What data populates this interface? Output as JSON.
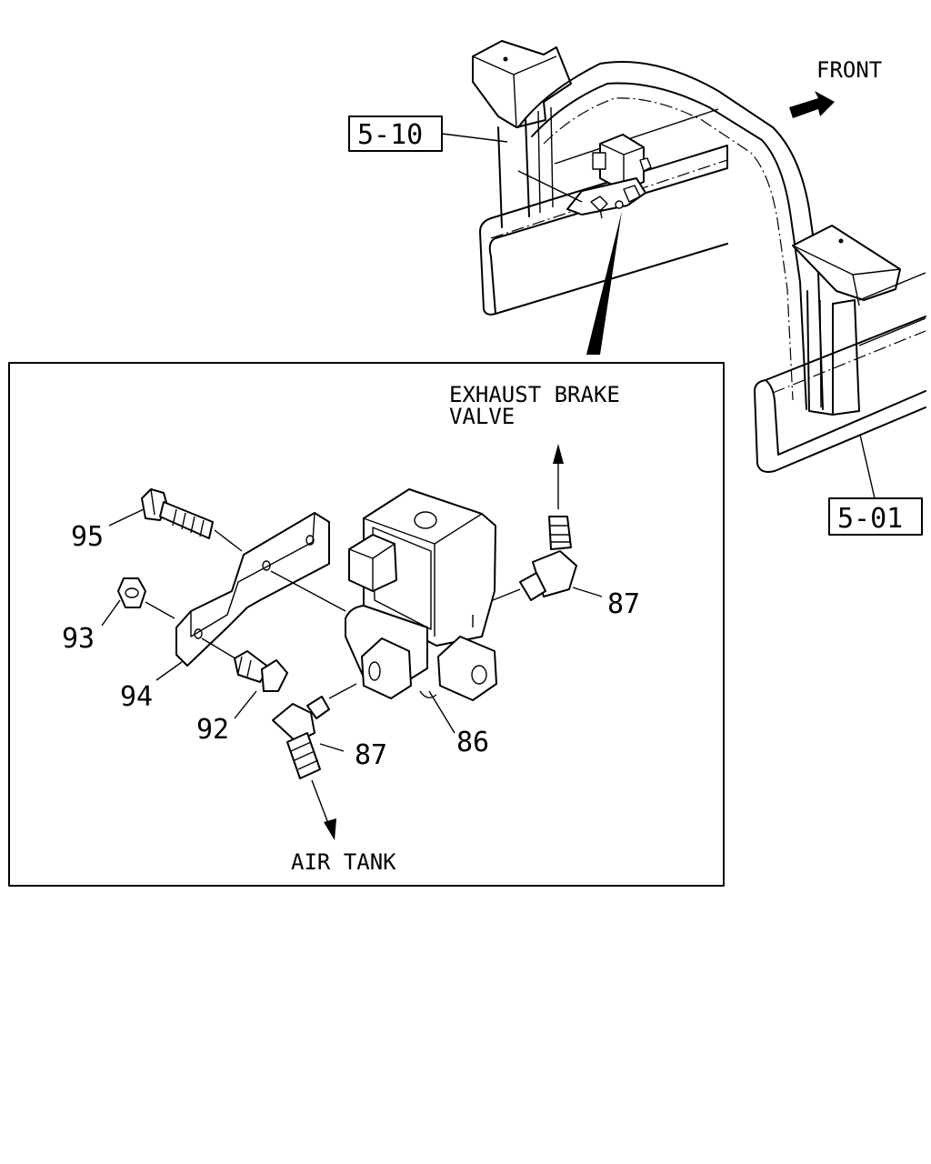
{
  "diagram": {
    "front_label": "FRONT",
    "exhaust_brake_label_line1": "EXHAUST BRAKE",
    "exhaust_brake_label_line2": "VALVE",
    "air_tank_label": "AIR TANK",
    "ref_boxes": {
      "ref_5_10": "5-10",
      "ref_5_01": "5-01"
    },
    "part_numbers": {
      "p95": "95",
      "p93": "93",
      "p94": "94",
      "p92": "92",
      "p87_right": "87",
      "p87_lower": "87",
      "p86": "86"
    },
    "icons": [
      "front-arrow-icon",
      "flow-arrow-icon"
    ]
  }
}
